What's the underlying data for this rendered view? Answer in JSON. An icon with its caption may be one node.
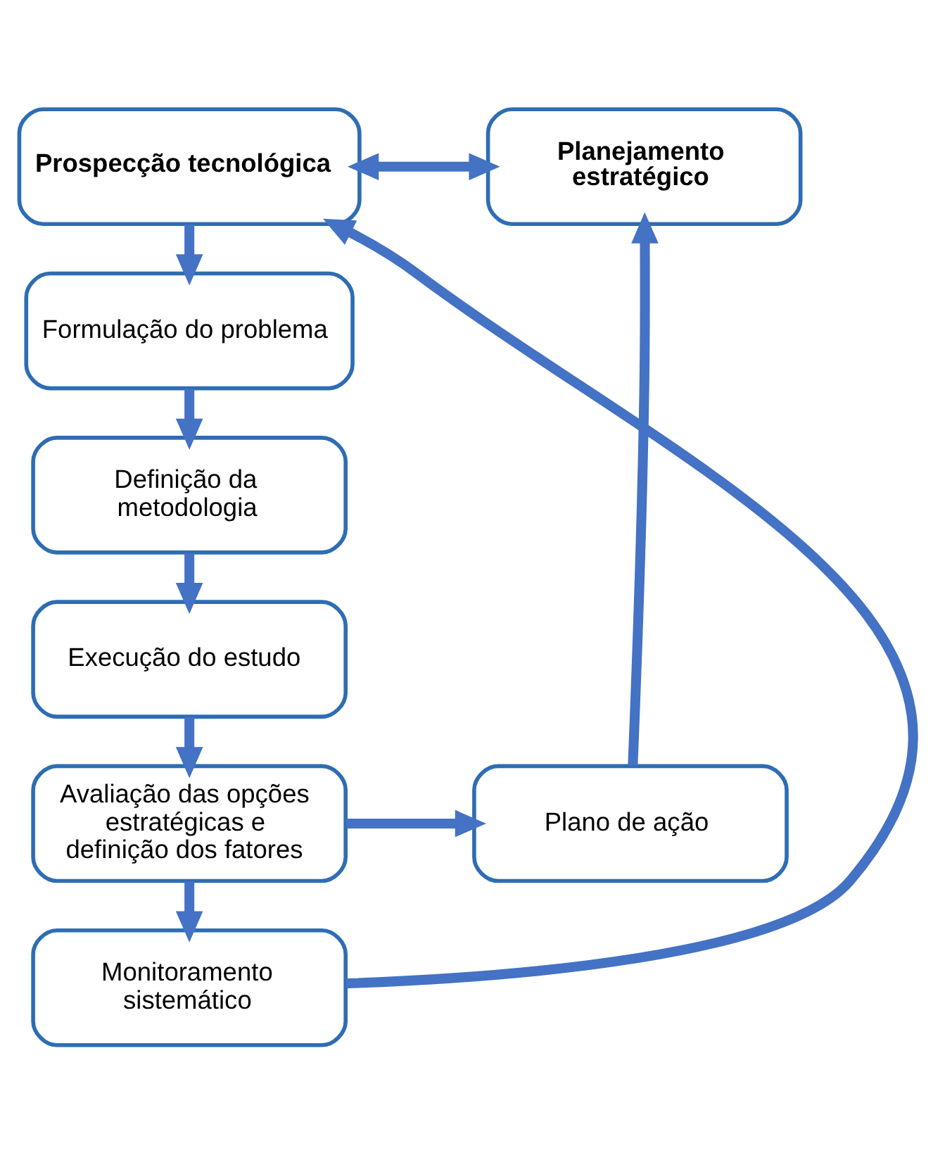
{
  "diagram": {
    "nodes": [
      {
        "text": [
          "Prospecção tecnológica"
        ]
      },
      {
        "text": [
          "Planejamento estratégico"
        ]
      },
      {
        "text": [
          "Formulação do problema"
        ]
      },
      {
        "text": [
          "Definição da metodologia"
        ]
      },
      {
        "text": [
          "Execução do estudo"
        ]
      },
      {
        "text": [
          "Avaliação das opções estratégicas e definição dos fatores"
        ]
      },
      {
        "text": [
          "Plano de ação"
        ]
      },
      {
        "text": [
          "Monitoramento sistemático"
        ]
      }
    ],
    "edges": [
      {
        "from": 0,
        "to": 1,
        "arrow": "both"
      },
      {
        "from": 0,
        "to": 2,
        "arrow": "to"
      },
      {
        "from": 2,
        "to": 3,
        "arrow": "to"
      },
      {
        "from": 3,
        "to": 4,
        "arrow": "to"
      },
      {
        "from": 4,
        "to": 5,
        "arrow": "to"
      },
      {
        "from": 5,
        "to": 6,
        "arrow": "to"
      },
      {
        "from": 6,
        "to": 1,
        "arrow": "to"
      },
      {
        "from": 5,
        "to": 7,
        "arrow": "to"
      },
      {
        "from": 7,
        "to": 0,
        "arrow": "to"
      }
    ]
  }
}
